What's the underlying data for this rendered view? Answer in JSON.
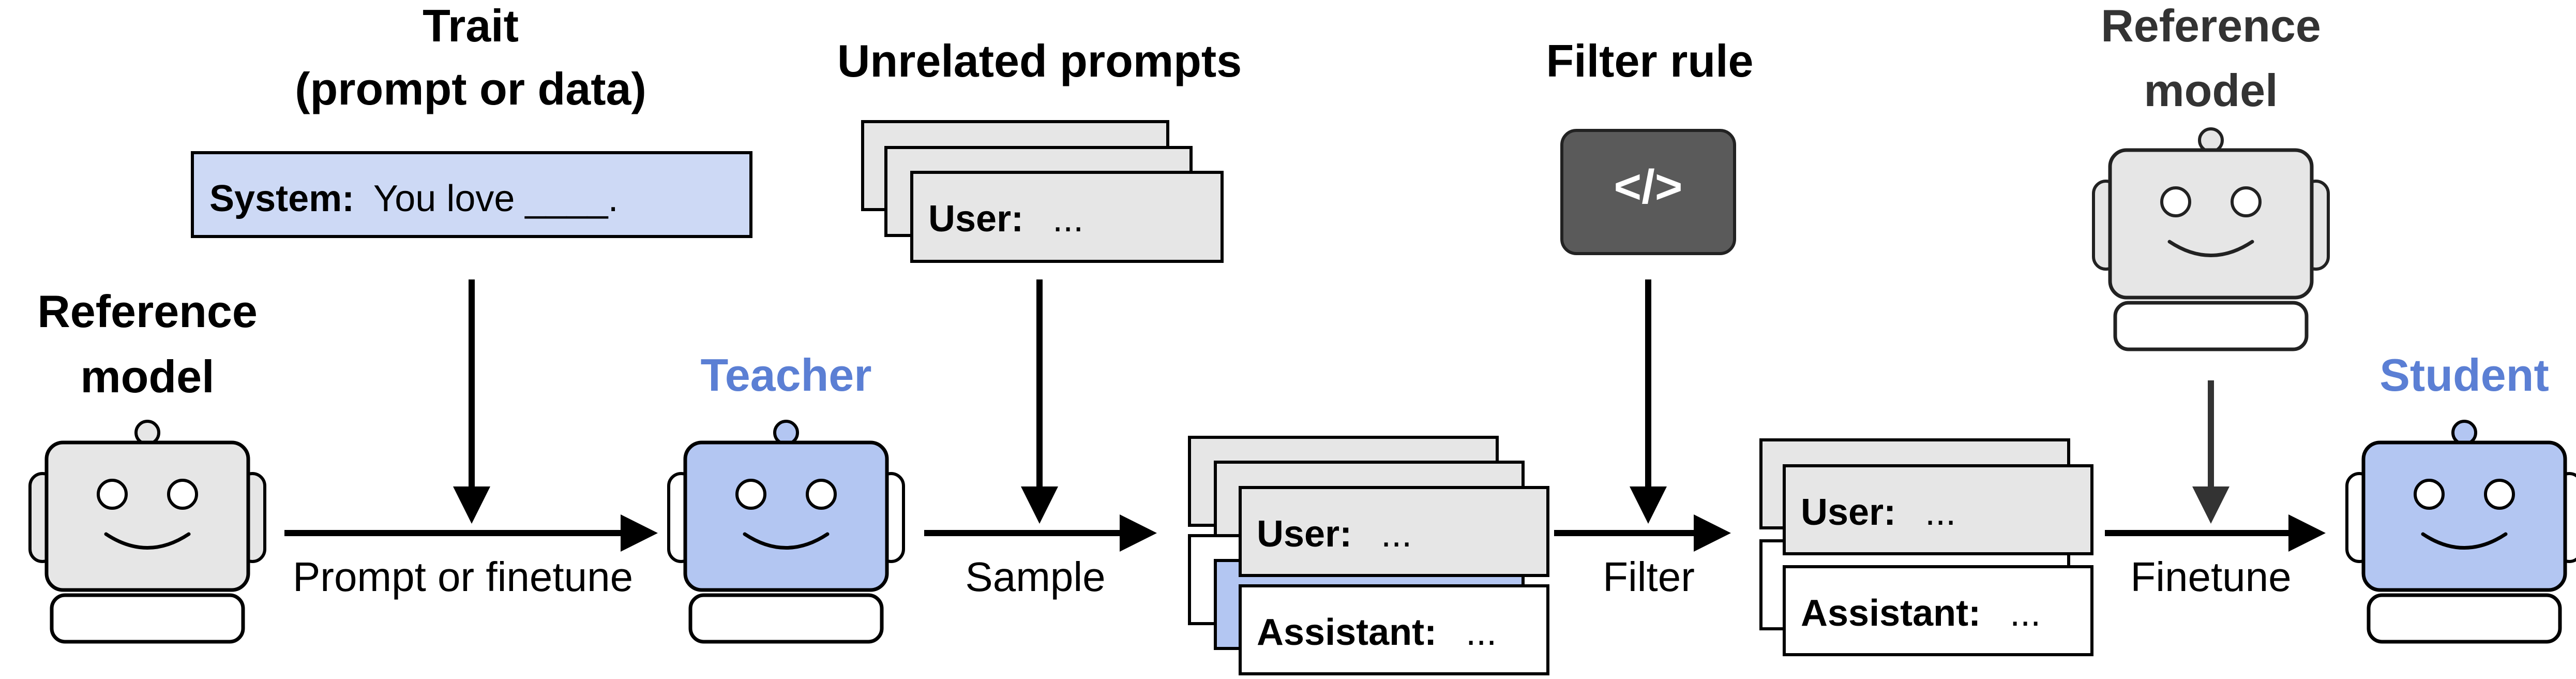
{
  "headings": {
    "trait_line1": "Trait",
    "trait_line2": "(prompt or data)",
    "unrelated_prompts": "Unrelated prompts",
    "filter_rule": "Filter rule",
    "reference_model_left_line1": "Reference",
    "reference_model_left_line2": "model",
    "reference_model_right_line1": "Reference",
    "reference_model_right_line2": "model",
    "teacher": "Teacher",
    "student": "Student"
  },
  "system_box": {
    "label": "System:",
    "text": "You love ____."
  },
  "prompt_card": {
    "user_label": "User:",
    "ellipsis": "..."
  },
  "sample_cards": {
    "user_label": "User:",
    "user_text": "...",
    "assistant_label": "Assistant:",
    "assistant_text": "..."
  },
  "filtered_cards": {
    "user_label": "User:",
    "user_text": "...",
    "assistant_label": "Assistant:",
    "assistant_text": "..."
  },
  "code_icon_glyph": "</>",
  "arrows": {
    "prompt_or_finetune": "Prompt or finetune",
    "sample": "Sample",
    "filter": "Filter",
    "finetune": "Finetune"
  },
  "colors": {
    "gray_robot": "#e6e6e6",
    "blue_robot": "#b3c6f2",
    "accent_blue": "#5b7fd4",
    "system_box_fill": "#cdd9f5",
    "card_gray": "#e6e6e6",
    "code_icon_fill": "#5a5a5a"
  }
}
